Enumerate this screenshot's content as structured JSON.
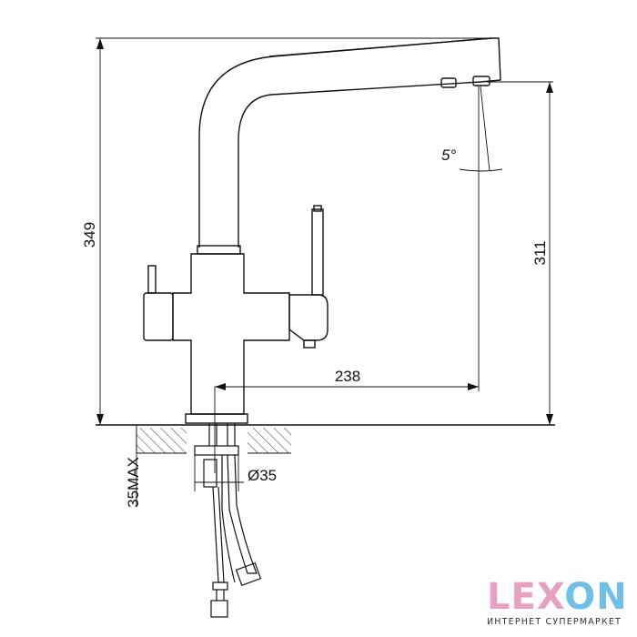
{
  "dimensions": {
    "overall_height": "349",
    "spout_height": "311",
    "spout_reach": "238",
    "max_deck_thickness": "35MAX",
    "mount_hole_diameter": "Ø35",
    "spout_angle": "5°"
  },
  "logo": {
    "word_part1": "LEX",
    "word_part2": "O",
    "word_part3": "N",
    "tagline": "ИНТЕРНЕТ СУПЕРМАРКЕТ",
    "colors": {
      "pink": "#e8a0c0",
      "blue": "#6fc0e8",
      "dark": "#2a3140"
    }
  },
  "colors": {
    "line": "#111111",
    "hatch": "#555555"
  }
}
